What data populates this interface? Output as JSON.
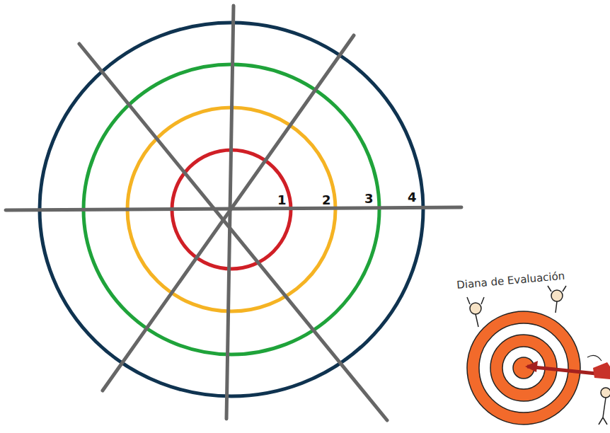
{
  "diagram": {
    "labels": [
      "1",
      "2",
      "3",
      "4",
      "Diana de Evaluación"
    ]
  }
}
